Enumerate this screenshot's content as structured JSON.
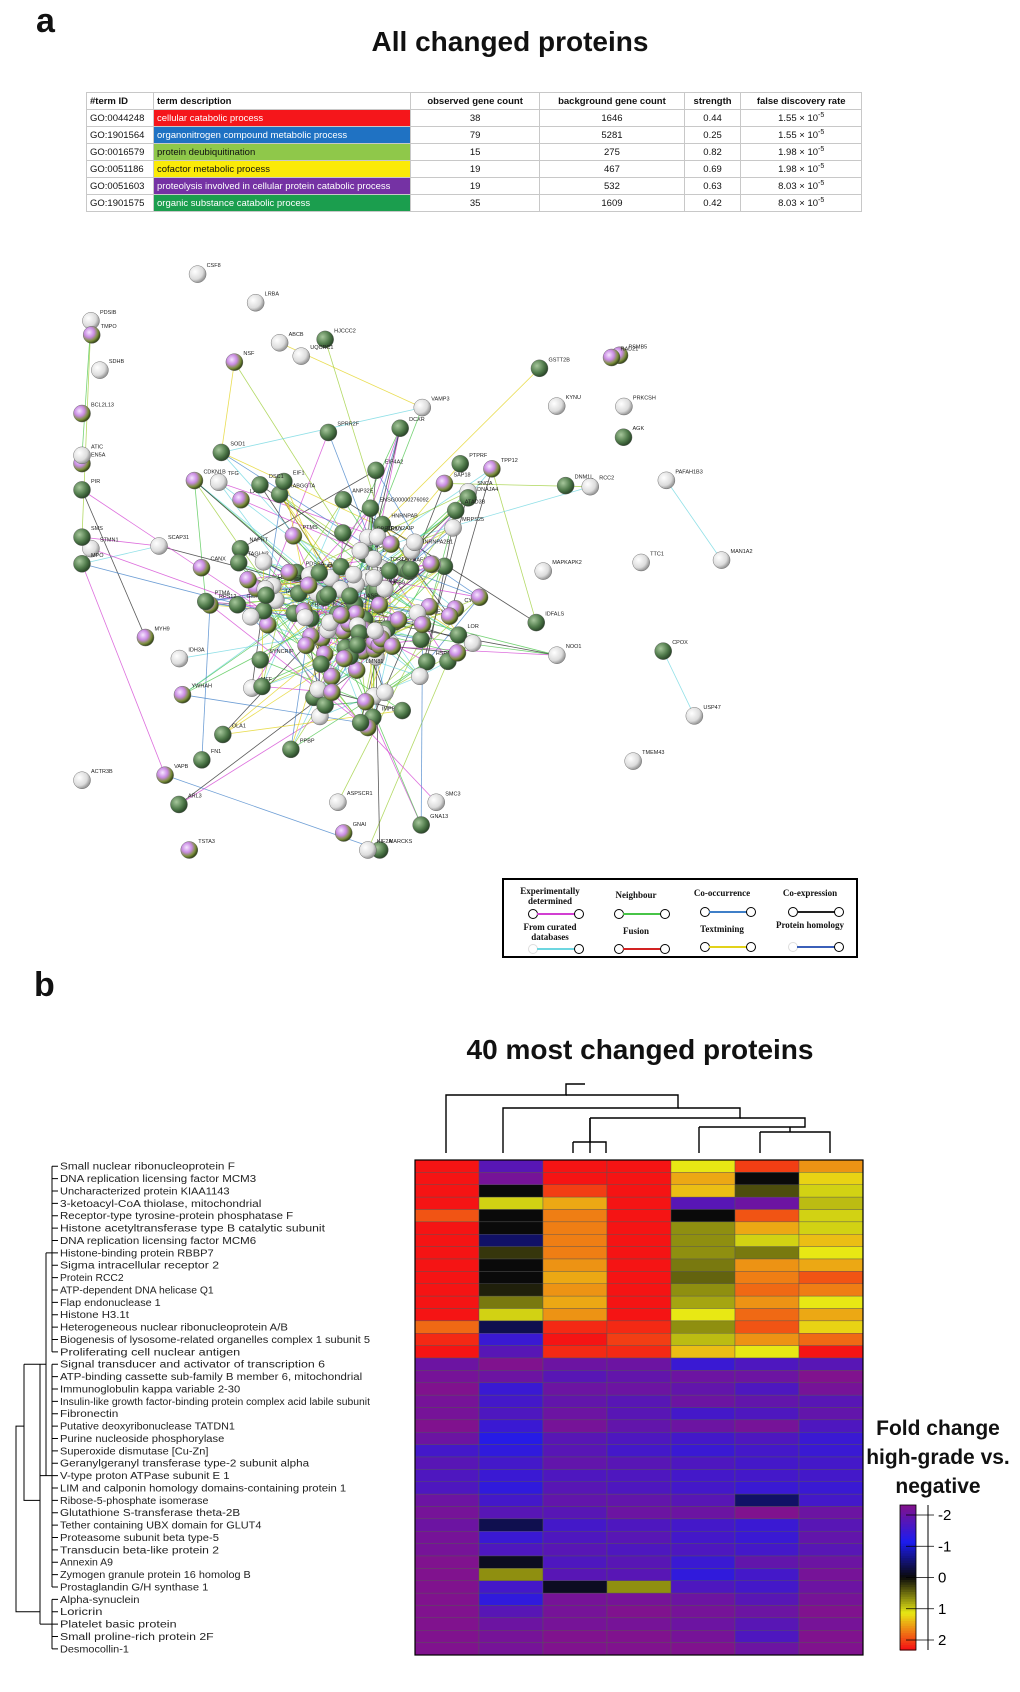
{
  "panel_a": {
    "label": "a",
    "title": "All changed proteins",
    "table": {
      "headers": [
        "#term ID",
        "term description",
        "observed gene count",
        "background gene count",
        "strength",
        "false discovery rate"
      ],
      "rows": [
        {
          "id": "GO:0044248",
          "desc": "cellular catabolic process",
          "color": "#f5161b",
          "text_color": "#ffffff",
          "observed": "38",
          "background": "1646",
          "strength": "0.44",
          "fdr_base": "1.55 × 10",
          "fdr_exp": "-5"
        },
        {
          "id": "GO:1901564",
          "desc": "organonitrogen compound metabolic process",
          "color": "#1f72c3",
          "text_color": "#ffffff",
          "observed": "79",
          "background": "5281",
          "strength": "0.25",
          "fdr_base": "1.55 × 10",
          "fdr_exp": "-5"
        },
        {
          "id": "GO:0016579",
          "desc": "protein deubiquitination",
          "color": "#8fc84a",
          "text_color": "#111111",
          "observed": "15",
          "background": "275",
          "strength": "0.82",
          "fdr_base": "1.98 × 10",
          "fdr_exp": "-5"
        },
        {
          "id": "GO:0051186",
          "desc": "cofactor metabolic process",
          "color": "#fbea08",
          "text_color": "#111111",
          "observed": "19",
          "background": "467",
          "strength": "0.69",
          "fdr_base": "1.98 × 10",
          "fdr_exp": "-5"
        },
        {
          "id": "GO:0051603",
          "desc": "proteolysis involved in cellular protein catabolic process",
          "color": "#7532a4",
          "text_color": "#ffffff",
          "observed": "19",
          "background": "532",
          "strength": "0.63",
          "fdr_base": "8.03 × 10",
          "fdr_exp": "-5"
        },
        {
          "id": "GO:1901575",
          "desc": "organic substance catabolic process",
          "color": "#1b9e4e",
          "text_color": "#ffffff",
          "observed": "35",
          "background": "1609",
          "strength": "0.42",
          "fdr_base": "8.03 × 10",
          "fdr_exp": "-5"
        }
      ]
    },
    "network_labels": [
      "MAN1A2",
      "GNA13",
      "ARL3",
      "PIR",
      "VAMP3",
      "LRBA",
      "NSF",
      "DCXR",
      "AGK",
      "BCL2L13",
      "YWHAH",
      "MFF",
      "MYH9",
      "EN5A",
      "IDFALS",
      "STMN1",
      "SNCA",
      "VAPB",
      "SCAP31",
      "PPBP",
      "FN1",
      "MARCKS",
      "GSTT2B",
      "SMS",
      "DNM1L",
      "ASPSCR1",
      "OLA1",
      "PTPRF",
      "NOO1",
      "USP47",
      "SOD1",
      "CDKN1B",
      "PSMB5",
      "PRKCSH",
      "MAPKAPK2",
      "TTC1",
      "HJCCC2",
      "KIF2A",
      "ACTR3B",
      "CANX",
      "PDSIB",
      "TPP12",
      "ATIC",
      "IMPDH2",
      "CPOX",
      "ABCB",
      "TMEM43",
      "CSF8",
      "RAD21",
      "PAFAH1B3",
      "GNAI",
      "IDH3A",
      "KYNU",
      "SDHB",
      "UQCRC1",
      "TSTA3",
      "TMPO",
      "SMC3",
      "MPO",
      "RCC2",
      "PDSSA",
      "NAPRT",
      "ANP32E",
      "HAF1",
      "RNA",
      "NADSYN1",
      "CYC1",
      "DNAJA4",
      "ACADM",
      "LAP3",
      "TOR1AIP1",
      "TBL2",
      "TFG",
      "NDUFB9",
      "STAT6",
      "GMPPA",
      "TATDN1",
      "LMN81",
      "HSPA14",
      "PNP",
      "RPL38",
      "RABGGTA",
      "DCK",
      "JARS2",
      "ACAA2",
      "ATAD3B",
      "RPS12",
      "EIF4A2",
      "DCTPP1",
      "TAGLN2",
      "EIF1",
      "SAP18",
      "SRP9",
      "HNRNPA2B1",
      "SYNCRIP",
      "SPRR2F",
      "LASP1",
      "LOR",
      "DSC1",
      "PTMA",
      "HNRNPAB",
      "HTATSF1",
      "PTMS",
      "ENSG00000276092",
      "PPP1R10",
      "NCK2",
      "RALYL",
      "CDKN2AIP",
      "MRPS25",
      "ATE1"
    ],
    "legend": {
      "experimental": "Experimentally determined",
      "neighbour": "Neighbour",
      "cooccurrence": "Co-occurrence",
      "coexpression": "Co-expression",
      "curated": "From curated databases",
      "fusion": "Fusion",
      "textmining": "Textmining",
      "homology": "Protein homology"
    }
  },
  "panel_b": {
    "label": "b",
    "title": "40 most changed proteins",
    "colorbar_title_lines": [
      "Fold change",
      "high-grade vs.",
      "negative"
    ],
    "colorbar_ticks": [
      "-2",
      "-1",
      "0",
      "1",
      "2"
    ],
    "row_labels": [
      "Small nuclear ribonucleoprotein F",
      "DNA replication licensing factor MCM3",
      "Uncharacterized protein KIAA1143",
      "3-ketoacyl-CoA thiolase, mitochondrial",
      "Receptor-type tyrosine-protein phosphatase F",
      "Histone acetyltransferase type B catalytic subunit",
      "DNA replication licensing factor MCM6",
      "Histone-binding protein RBBP7",
      "Sigma intracellular receptor 2",
      "Protein RCC2",
      "ATP-dependent DNA helicase Q1",
      "Flap endonuclease 1",
      "Histone H3.1t",
      "Heterogeneous nuclear ribonucleoprotein A/B",
      "Biogenesis of lysosome-related organelles complex 1 subunit 5",
      "Proliferating cell nuclear antigen",
      "Signal transducer and activator of transcription 6",
      "ATP-binding cassette sub-family B member 6, mitochondrial",
      "Immunoglobulin kappa variable 2-30",
      "Insulin-like growth factor-binding protein complex acid labile subunit",
      "Fibronectin",
      "Putative deoxyribonuclease TATDN1",
      "Purine nucleoside phosphorylase",
      "Superoxide dismutase [Cu-Zn]",
      "Geranylgeranyl transferase type-2 subunit alpha",
      "V-type proton ATPase subunit E 1",
      "LIM and calponin homology domains-containing protein 1",
      "Ribose-5-phosphate isomerase",
      "Glutathione S-transferase theta-2B",
      "Tether containing UBX domain for GLUT4",
      "Proteasome subunit beta type-5",
      "Transducin beta-like protein 2",
      "Annexin A9",
      "Zymogen granule protein 16 homolog B",
      "Prostaglandin G/H synthase 1",
      "Alpha-synuclein",
      "Loricrin",
      "Platelet basic protein",
      "Small proline-rich protein 2F",
      "Desmocollin-1"
    ],
    "heatmap_values": [
      [
        2.0,
        -1.6,
        2.0,
        2.0,
        1.0,
        1.8,
        1.4
      ],
      [
        2.0,
        -1.9,
        2.0,
        2.0,
        1.3,
        0.0,
        1.1
      ],
      [
        2.0,
        0.0,
        1.8,
        2.0,
        1.2,
        0.3,
        0.9
      ],
      [
        2.0,
        0.9,
        1.3,
        2.0,
        -1.6,
        -1.8,
        0.8
      ],
      [
        1.7,
        0.0,
        1.5,
        2.0,
        0.0,
        1.7,
        0.9
      ],
      [
        2.0,
        0.0,
        1.5,
        2.0,
        0.6,
        1.3,
        0.9
      ],
      [
        2.0,
        -0.4,
        1.5,
        2.0,
        0.6,
        0.9,
        1.2
      ],
      [
        2.0,
        0.2,
        1.5,
        2.0,
        0.6,
        0.5,
        1.0
      ],
      [
        2.0,
        0.0,
        1.4,
        2.0,
        0.5,
        1.4,
        1.3
      ],
      [
        2.0,
        0.0,
        1.3,
        2.0,
        0.4,
        1.5,
        1.7
      ],
      [
        2.0,
        0.1,
        1.4,
        2.0,
        0.6,
        1.6,
        1.5
      ],
      [
        2.0,
        0.5,
        1.3,
        2.0,
        0.7,
        1.4,
        1.0
      ],
      [
        2.0,
        0.9,
        1.4,
        2.0,
        1.0,
        1.6,
        1.3
      ],
      [
        1.6,
        -0.3,
        1.9,
        1.9,
        0.6,
        1.7,
        1.1
      ],
      [
        1.9,
        -1.3,
        2.0,
        1.8,
        0.8,
        1.4,
        1.6
      ],
      [
        2.0,
        -1.6,
        1.9,
        1.9,
        1.2,
        1.0,
        2.0
      ],
      [
        -1.8,
        -2.0,
        -1.8,
        -1.8,
        -1.3,
        -1.5,
        -1.6
      ],
      [
        -1.9,
        -1.8,
        -1.6,
        -1.7,
        -1.8,
        -1.8,
        -2.0
      ],
      [
        -2.0,
        -1.3,
        -1.8,
        -1.8,
        -1.7,
        -1.5,
        -1.9
      ],
      [
        -1.9,
        -1.4,
        -1.7,
        -1.6,
        -1.8,
        -1.7,
        -1.6
      ],
      [
        -1.9,
        -1.5,
        -1.8,
        -1.6,
        -1.4,
        -1.5,
        -1.7
      ],
      [
        -2.0,
        -1.3,
        -1.9,
        -1.7,
        -1.8,
        -1.9,
        -1.5
      ],
      [
        -1.8,
        -1.1,
        -1.6,
        -1.5,
        -1.4,
        -1.5,
        -1.3
      ],
      [
        -1.4,
        -1.2,
        -1.6,
        -1.4,
        -1.3,
        -1.4,
        -1.3
      ],
      [
        -1.6,
        -1.4,
        -1.7,
        -1.6,
        -1.5,
        -1.4,
        -1.4
      ],
      [
        -1.5,
        -1.3,
        -1.5,
        -1.5,
        -1.4,
        -1.4,
        -1.4
      ],
      [
        -1.5,
        -1.2,
        -1.6,
        -1.5,
        -1.4,
        -1.3,
        -1.3
      ],
      [
        -1.8,
        -1.4,
        -1.7,
        -1.7,
        -1.6,
        -0.4,
        -1.4
      ],
      [
        -1.9,
        -1.6,
        -1.6,
        -1.8,
        -1.8,
        -2.0,
        -1.8
      ],
      [
        -1.8,
        -0.3,
        -1.4,
        -1.5,
        -1.4,
        -1.3,
        -1.6
      ],
      [
        -1.9,
        -1.3,
        -1.5,
        -1.6,
        -1.4,
        -1.3,
        -1.7
      ],
      [
        -1.9,
        -1.5,
        -1.6,
        -1.5,
        -1.5,
        -1.4,
        -1.6
      ],
      [
        -2.0,
        -0.1,
        -1.5,
        -1.6,
        -1.3,
        -1.7,
        -1.8
      ],
      [
        -2.0,
        0.6,
        -1.6,
        -1.6,
        -1.2,
        -1.4,
        -1.9
      ],
      [
        -2.0,
        -1.4,
        -0.1,
        0.6,
        -1.5,
        -1.4,
        -1.8
      ],
      [
        -2.0,
        -1.2,
        -1.9,
        -1.9,
        -1.8,
        -1.6,
        -1.9
      ],
      [
        -2.0,
        -1.6,
        -1.9,
        -2.0,
        -1.9,
        -1.8,
        -2.0
      ],
      [
        -2.0,
        -1.8,
        -1.9,
        -1.9,
        -1.8,
        -1.6,
        -1.9
      ],
      [
        -2.0,
        -1.9,
        -2.0,
        -2.0,
        -1.9,
        -1.5,
        -2.0
      ],
      [
        -2.0,
        -1.9,
        -2.0,
        -2.0,
        -2.0,
        -1.8,
        -2.0
      ]
    ]
  },
  "chart_data": {
    "type": "heatmap",
    "title": "40 most changed proteins",
    "colorbar_label": "Fold change high-grade vs. negative",
    "colorbar_range": [
      -2,
      2
    ],
    "colorbar_ticks": [
      "-2",
      "-1",
      "0",
      "1",
      "2"
    ],
    "n_rows": 40,
    "n_cols": 7
  }
}
